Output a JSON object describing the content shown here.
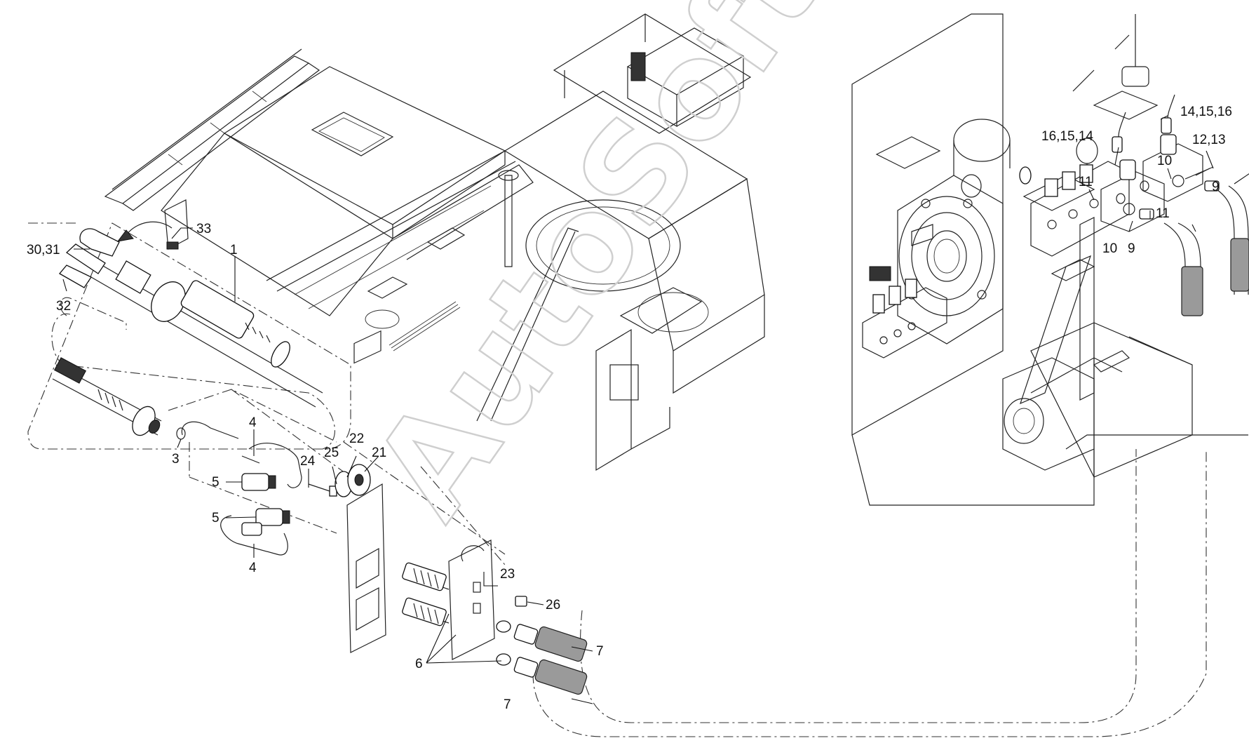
{
  "watermark": "AutoSoft",
  "callouts": {
    "c1": "1",
    "c3": "3",
    "c4a": "4",
    "c4b": "4",
    "c5a": "5",
    "c5b": "5",
    "c6": "6",
    "c7a": "7",
    "c7b": "7",
    "c9a": "9",
    "c9b": "9",
    "c10a": "10",
    "c10b": "10",
    "c11a": "11",
    "c11b": "11",
    "c12": "12,13",
    "c14": "14,15,16",
    "c16": "16,15,14",
    "c21": "21",
    "c22": "22",
    "c23": "23",
    "c24": "24",
    "c25": "25",
    "c26": "26",
    "c30": "30,31",
    "c32": "32",
    "c33": "33"
  },
  "colors": {
    "line": "#222222",
    "background": "#ffffff",
    "watermark": "#cfcfcf"
  }
}
